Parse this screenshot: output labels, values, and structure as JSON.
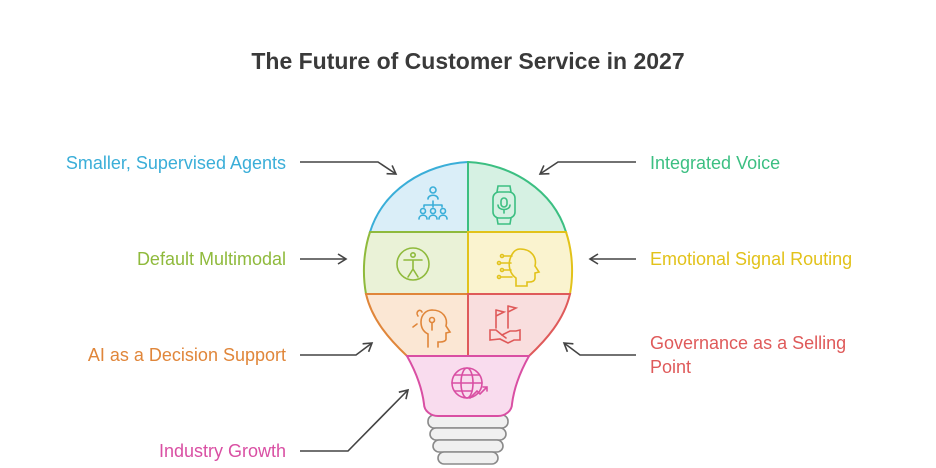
{
  "title": "The Future of Customer Service in 2027",
  "colors": {
    "blue": "#3aaed8",
    "green": "#3cbf82",
    "olive": "#8fba3c",
    "yellow": "#e2c21a",
    "orange": "#e0863a",
    "red": "#df5a5a",
    "pink": "#d94fa3"
  },
  "items": [
    {
      "label": "Smaller, Supervised Agents",
      "icon": "people-hierarchy-icon"
    },
    {
      "label": "Integrated Voice",
      "icon": "smartwatch-microphone-icon"
    },
    {
      "label": "Default Multimodal",
      "icon": "accessibility-person-icon"
    },
    {
      "label": "Emotional Signal Routing",
      "icon": "ai-head-circuit-icon"
    },
    {
      "label": "AI as a Decision Support",
      "icon": "head-thinking-icon"
    },
    {
      "label": "Governance as a Selling Point",
      "line1": "Governance as a Selling",
      "line2": "Point",
      "icon": "handshake-flags-icon"
    },
    {
      "label": "Industry Growth",
      "icon": "globe-growth-icon"
    }
  ]
}
